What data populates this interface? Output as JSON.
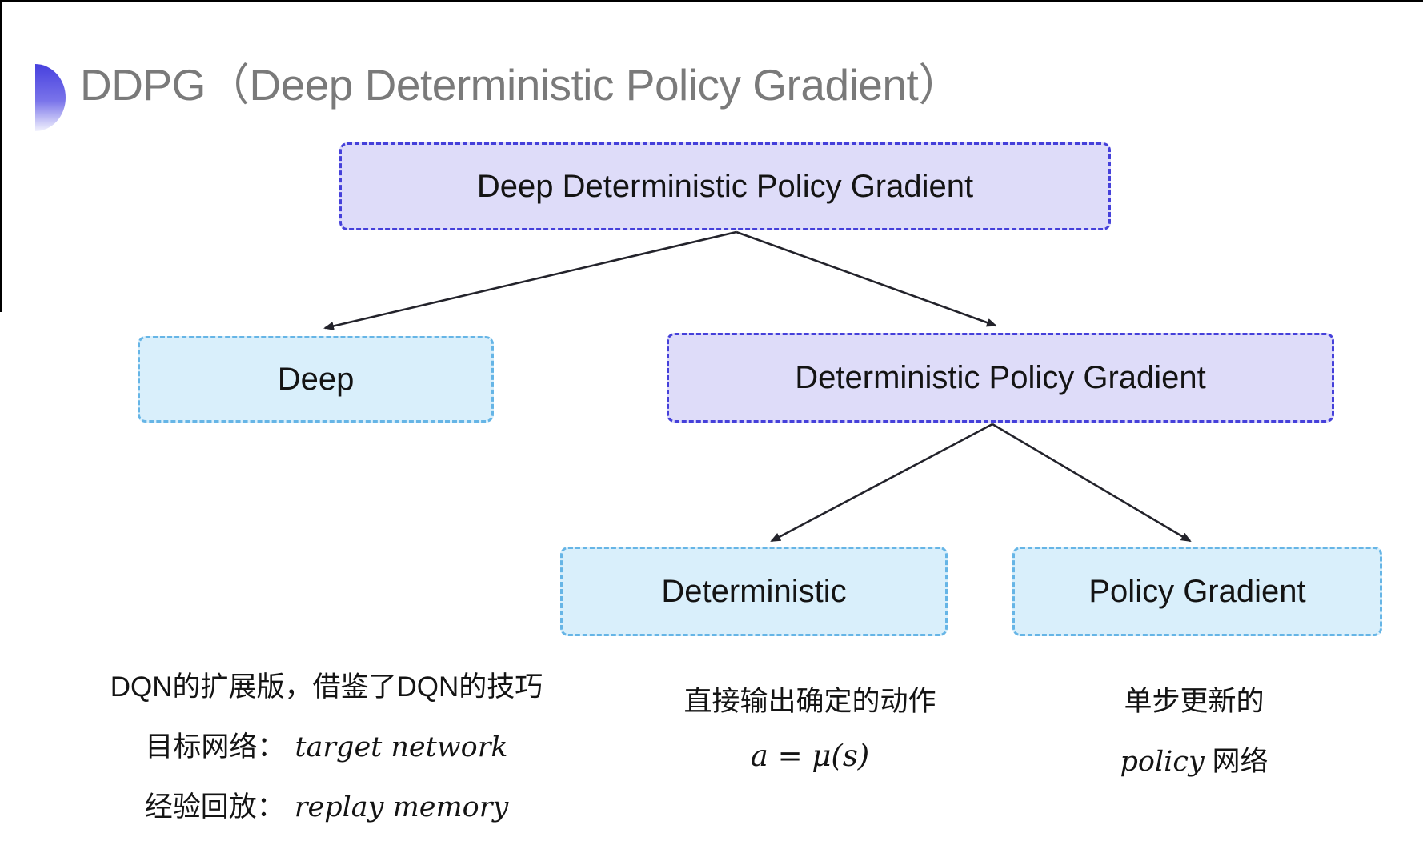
{
  "slide": {
    "title": "DDPG（Deep Deterministic Policy Gradient）"
  },
  "tree": {
    "root": {
      "label": "Deep Deterministic Policy Gradient"
    },
    "children": [
      {
        "label": "Deep"
      },
      {
        "label": "Deterministic Policy Gradient"
      }
    ],
    "grandchildren": [
      {
        "label": "Deterministic"
      },
      {
        "label": "Policy Gradient"
      }
    ]
  },
  "notes": {
    "deep": {
      "line1": "DQN的扩展版，借鉴了DQN的技巧",
      "line2_zh": "目标网络：",
      "line2_en": "target network",
      "line3_zh": "经验回放：",
      "line3_en": "replay memory"
    },
    "deterministic": {
      "line1": "直接输出确定的动作",
      "formula": "a = μ(s)"
    },
    "policy_gradient": {
      "line1": "单步更新的",
      "line2_en": "policy",
      "line2_zh": "网络"
    }
  },
  "colors": {
    "title_gray": "#7a7a7a",
    "lavender_fill": "#dedcf9",
    "indigo_border": "#4540da",
    "cyan_fill": "#d9effb",
    "cyan_border": "#66b5e6",
    "arrow": "#23232b",
    "icon_gradient_top": "#4640de",
    "icon_gradient_bottom": "#f2f2fd"
  }
}
